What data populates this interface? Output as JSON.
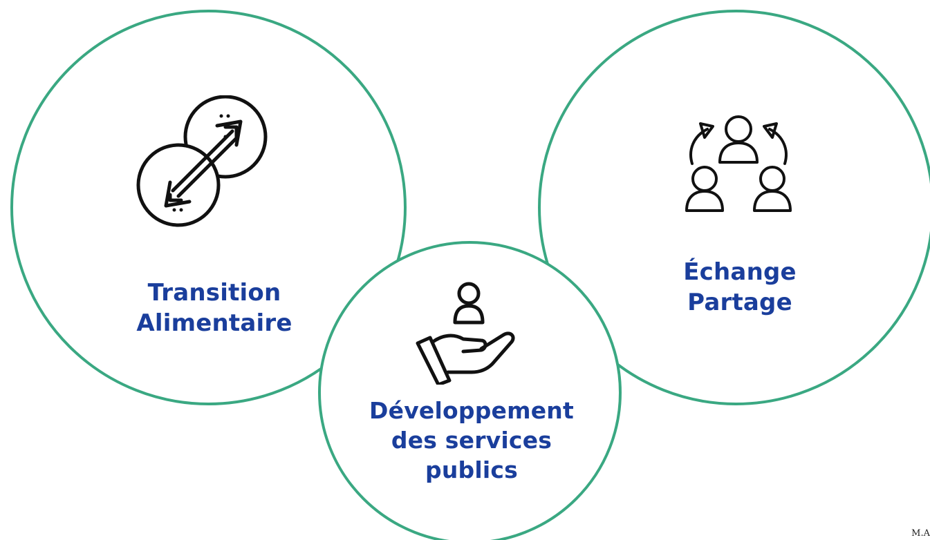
{
  "circles": {
    "left": {
      "lines": [
        "Transition",
        "Alimentaire"
      ],
      "icon": "bidirectional-arrows-icon"
    },
    "right": {
      "lines": [
        "Échange",
        "Partage"
      ],
      "icon": "people-exchange-icon"
    },
    "center": {
      "lines": [
        "Développement",
        "des services",
        "publics"
      ],
      "icon": "hand-holding-person-icon"
    }
  },
  "footer": {
    "credit": "M.A"
  },
  "colors": {
    "circle_border": "#3aa882",
    "label_text": "#1a3e9c"
  }
}
